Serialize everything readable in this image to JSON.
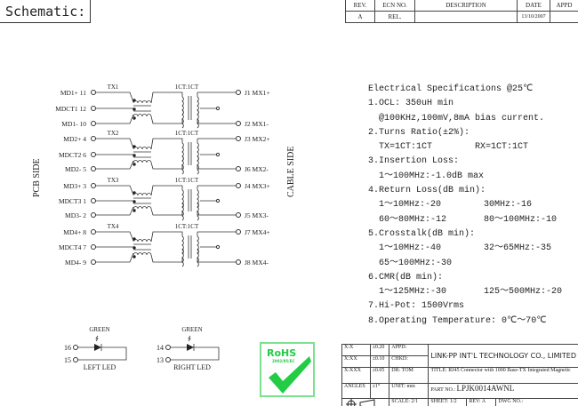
{
  "header": {
    "title": "Schematic:"
  },
  "revision_table": {
    "headers": [
      "REV.",
      "ECN NO.",
      "DESCRIPTION",
      "DATE",
      "APPD"
    ],
    "row": [
      "A",
      "REL.",
      "",
      "13/10/2007",
      ""
    ]
  },
  "schematic": {
    "left_side_label": "PCB SIDE",
    "right_side_label": "CABLE SIDE",
    "ratio_label": "1CT:1CT",
    "channels": [
      {
        "tx": "TX1",
        "left": [
          "MD1+ 11",
          "MDCT1 12",
          "MD1- 10"
        ],
        "right": [
          "J1 MX1+",
          "J2 MX1-"
        ]
      },
      {
        "tx": "TX2",
        "left": [
          "MD2+ 4",
          "MDCT2 6",
          "MD2- 5"
        ],
        "right": [
          "J3 MX2+",
          "J6 MX2-"
        ]
      },
      {
        "tx": "TX3",
        "left": [
          "MD3+ 3",
          "MDCT3 1",
          "MD3- 2"
        ],
        "right": [
          "J4 MX3+",
          "J5 MX3-"
        ]
      },
      {
        "tx": "TX4",
        "left": [
          "MD4+ 8",
          "MDCT4 7",
          "MD4- 9"
        ],
        "right": [
          "J7 MX4+",
          "J8 MX4-"
        ]
      }
    ]
  },
  "specs": {
    "lines": [
      "Electrical Specifications @25℃",
      "1.OCL: 350uH min",
      "  @100KHz,100mV,8mA bias current.",
      "2.Turns Ratio(±2%):",
      "  TX=1CT:1CT        RX=1CT:1CT",
      "3.Insertion Loss:",
      "  1～100MHz:-1.0dB max",
      "4.Return Loss(dB min):",
      "  1～10MHz:-20        30MHz:-16",
      "  60～80MHz:-12       80～100MHz:-10",
      "5.Crosstalk(dB min):",
      "  1～10MHz:-40        32～65MHz:-35",
      "  65～100MHz:-30",
      "6.CMR(dB min):",
      "  1～125MHz:-30       125～500MHz:-20",
      "7.Hi-Pot: 1500Vrms",
      "8.Operating Temperature: 0℃～70℃"
    ]
  },
  "leds": [
    {
      "color": "GREEN",
      "pin_a": "16",
      "pin_b": "15",
      "label": "LEFT LED"
    },
    {
      "color": "GREEN",
      "pin_a": "14",
      "pin_b": "13",
      "label": "RIGHT LED"
    }
  ],
  "rohs": {
    "title": "RoHS",
    "sub": "2002/95/EC",
    "color": "#22cc44"
  },
  "title_block": {
    "tol": [
      [
        "X:X",
        "±0.20"
      ],
      [
        "X:XX",
        "±0.10"
      ],
      [
        "X:XXX",
        "±0.05"
      ],
      [
        "ANGLES",
        "±1°"
      ]
    ],
    "appd": "APPD:",
    "chkd": "CHKD:",
    "dr": "DR:",
    "dr_val": "TOM",
    "unit": "UNIT:",
    "unit_val": "mm",
    "company": "LINK-PP INT'L TECHNOLOGY CO., LIMITED",
    "title_label": "TITLE:",
    "title_val": "RJ45 Connector with 1000 Base-TX Integrated Magnetic",
    "part_label": "PART NO.:",
    "part_val": "LPJK0014AWNL",
    "scale": "SCALE:",
    "scale_val": "2/1",
    "sheet": "SHEET:",
    "sheet_val": "1/2",
    "rev": "REV:",
    "rev_val": "A",
    "dwg": "DWG NO.:"
  }
}
